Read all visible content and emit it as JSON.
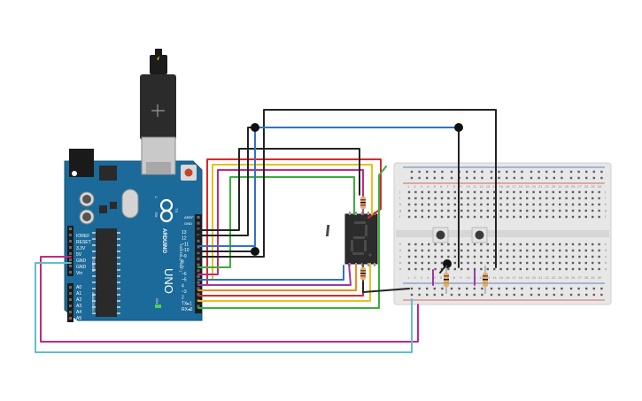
{
  "arduino": {
    "brand": "ARDUINO",
    "model": "UNO",
    "labels": {
      "digital": "DIGITAL (PWM~)",
      "power": "POWER",
      "analog": "ANALOG IN",
      "aref": "AREF",
      "gnd_top": "GND",
      "tx": "TX",
      "rx": "RX",
      "on": "ON",
      "l": "L"
    },
    "digital_pins": [
      "13",
      "12",
      "~11",
      "~10",
      "~9",
      "8",
      "7",
      "~6",
      "~5",
      "4",
      "~3",
      "2",
      "TX▸1",
      "RX◂0"
    ],
    "power_pins": [
      "IOREF",
      "RESET",
      "3.3V",
      "5V",
      "GND",
      "GND",
      "Vin"
    ],
    "analog_pins": [
      "A0",
      "A1",
      "A2",
      "A3",
      "A4",
      "A5"
    ]
  },
  "breadboard": {
    "rows_top": [
      "j",
      "i",
      "h",
      "g",
      "f"
    ],
    "rows_bottom": [
      "e",
      "d",
      "c",
      "b",
      "a"
    ],
    "column_numbers": [
      "1",
      "2",
      "3",
      "4",
      "5",
      "6",
      "7",
      "8",
      "9",
      "10",
      "11",
      "12",
      "13",
      "14",
      "15",
      "16",
      "17",
      "18",
      "19",
      "20",
      "21",
      "22",
      "23",
      "24",
      "25",
      "26",
      "27",
      "28",
      "29",
      "30"
    ]
  },
  "colors": {
    "board": "#1b6a9a",
    "breadboard": "#e7e7e7",
    "wire_red": "#d62a2a",
    "wire_yellow": "#e4c21c",
    "wire_green": "#3cae3c",
    "wire_orange": "#f08a1c",
    "wire_purple": "#9b3aa5",
    "wire_blue": "#2f73c9",
    "wire_black": "#232323",
    "wire_magenta": "#c4297f",
    "wire_cyan": "#62bcd3"
  }
}
